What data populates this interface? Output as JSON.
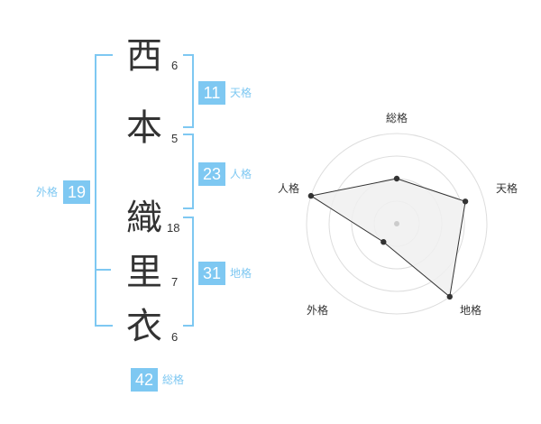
{
  "characters": [
    {
      "char": "西",
      "strokes": "6"
    },
    {
      "char": "本",
      "strokes": "5"
    },
    {
      "char": "織",
      "strokes": "18"
    },
    {
      "char": "里",
      "strokes": "7"
    },
    {
      "char": "衣",
      "strokes": "6"
    }
  ],
  "kaku": {
    "ten": {
      "value": "11",
      "label": "天格"
    },
    "jin": {
      "value": "23",
      "label": "人格"
    },
    "chi": {
      "value": "31",
      "label": "地格"
    },
    "gai": {
      "value": "19",
      "label": "外格"
    },
    "souka": {
      "value": "42",
      "label": "総格"
    }
  },
  "colors": {
    "accent": "#7ec8f2",
    "text": "#333333",
    "ring": "#dddddd",
    "fill": "#f0f0f0"
  },
  "chart_data": {
    "type": "radar",
    "axes": [
      "総格",
      "天格",
      "地格",
      "外格",
      "人格"
    ],
    "values": [
      0.5,
      0.8,
      1.0,
      0.25,
      1.0
    ],
    "max": 1.0,
    "rings": 4
  }
}
